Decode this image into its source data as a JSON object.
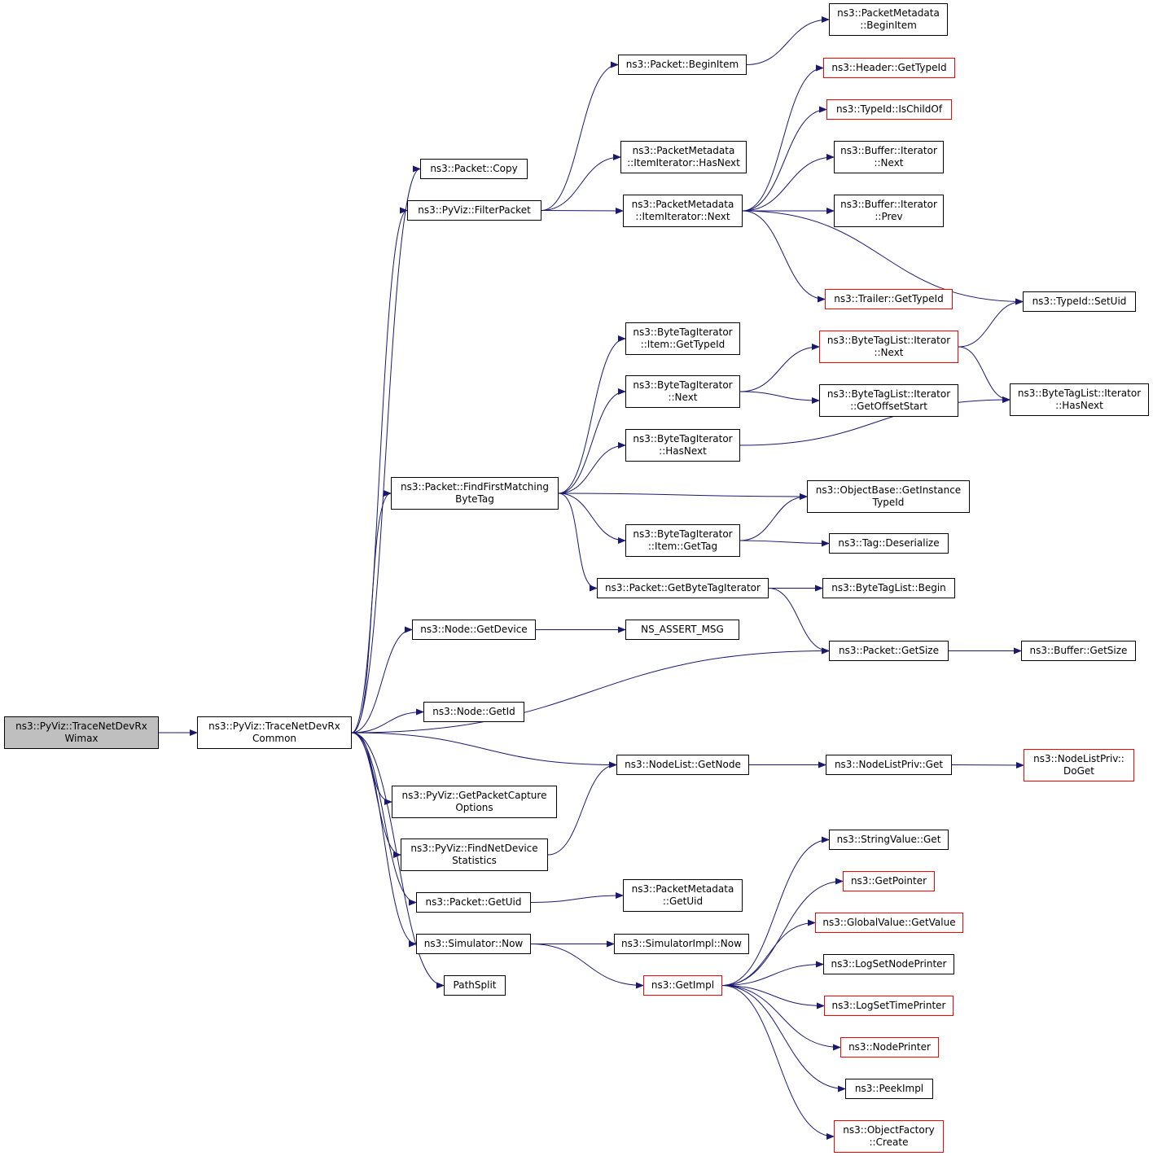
{
  "graph": {
    "edge_color": "#191970",
    "root_fill": "#bfbfbf",
    "truncated_border": "#ff0000",
    "nodes": [
      {
        "id": "root",
        "lines": [
          "ns3::PyViz::TraceNetDevRx",
          "Wimax"
        ],
        "root": true
      },
      {
        "id": "common",
        "lines": [
          "ns3::PyViz::TraceNetDevRx",
          "Common"
        ]
      },
      {
        "id": "copy",
        "lines": [
          "ns3::Packet::Copy"
        ]
      },
      {
        "id": "filter",
        "lines": [
          "ns3::PyViz::FilterPacket"
        ]
      },
      {
        "id": "beginitem",
        "lines": [
          "ns3::Packet::BeginItem"
        ]
      },
      {
        "id": "pm_beginitem",
        "lines": [
          "ns3::PacketMetadata",
          "::BeginItem"
        ]
      },
      {
        "id": "pm_hasnext",
        "lines": [
          "ns3::PacketMetadata",
          "::ItemIterator::HasNext"
        ]
      },
      {
        "id": "pm_next",
        "lines": [
          "ns3::PacketMetadata",
          "::ItemIterator::Next"
        ]
      },
      {
        "id": "hdr_typeid",
        "lines": [
          "ns3::Header::GetTypeId"
        ],
        "red": true
      },
      {
        "id": "ischildof",
        "lines": [
          "ns3::TypeId::IsChildOf"
        ],
        "red": true
      },
      {
        "id": "buf_next",
        "lines": [
          "ns3::Buffer::Iterator",
          "::Next"
        ]
      },
      {
        "id": "buf_prev",
        "lines": [
          "ns3::Buffer::Iterator",
          "::Prev"
        ]
      },
      {
        "id": "trl_typeid",
        "lines": [
          "ns3::Trailer::GetTypeId"
        ],
        "red": true
      },
      {
        "id": "setuid",
        "lines": [
          "ns3::TypeId::SetUid"
        ]
      },
      {
        "id": "bti_gettypeid",
        "lines": [
          "ns3::ByteTagIterator",
          "::Item::GetTypeId"
        ]
      },
      {
        "id": "bti_next",
        "lines": [
          "ns3::ByteTagIterator",
          "::Next"
        ]
      },
      {
        "id": "btl_next",
        "lines": [
          "ns3::ByteTagList::Iterator",
          "::Next"
        ],
        "red": true
      },
      {
        "id": "btl_offset",
        "lines": [
          "ns3::ByteTagList::Iterator",
          "::GetOffsetStart"
        ]
      },
      {
        "id": "btl_hasnext",
        "lines": [
          "ns3::ByteTagList::Iterator",
          "::HasNext"
        ]
      },
      {
        "id": "bti_hasnext",
        "lines": [
          "ns3::ByteTagIterator",
          "::HasNext"
        ]
      },
      {
        "id": "findfirst",
        "lines": [
          "ns3::Packet::FindFirstMatching",
          "ByteTag"
        ]
      },
      {
        "id": "objbase",
        "lines": [
          "ns3::ObjectBase::GetInstance",
          "TypeId"
        ]
      },
      {
        "id": "bti_gettag",
        "lines": [
          "ns3::ByteTagIterator",
          "::Item::GetTag"
        ]
      },
      {
        "id": "tag_deser",
        "lines": [
          "ns3::Tag::Deserialize"
        ]
      },
      {
        "id": "getbti",
        "lines": [
          "ns3::Packet::GetByteTagIterator"
        ]
      },
      {
        "id": "btl_begin",
        "lines": [
          "ns3::ByteTagList::Begin"
        ]
      },
      {
        "id": "node_getdevice",
        "lines": [
          "ns3::Node::GetDevice"
        ]
      },
      {
        "id": "nsassert",
        "lines": [
          "NS_ASSERT_MSG"
        ]
      },
      {
        "id": "pkt_getsize",
        "lines": [
          "ns3::Packet::GetSize"
        ]
      },
      {
        "id": "buf_getsize",
        "lines": [
          "ns3::Buffer::GetSize"
        ]
      },
      {
        "id": "node_getid",
        "lines": [
          "ns3::Node::GetId"
        ]
      },
      {
        "id": "nl_getnode",
        "lines": [
          "ns3::NodeList::GetNode"
        ]
      },
      {
        "id": "nlp_get",
        "lines": [
          "ns3::NodeListPriv::Get"
        ]
      },
      {
        "id": "nlp_doget",
        "lines": [
          "ns3::NodeListPriv::",
          "DoGet"
        ],
        "red": true
      },
      {
        "id": "getpcap",
        "lines": [
          "ns3::PyViz::GetPacketCapture",
          "Options"
        ]
      },
      {
        "id": "findnetdev",
        "lines": [
          "ns3::PyViz::FindNetDevice",
          "Statistics"
        ]
      },
      {
        "id": "pkt_getuid",
        "lines": [
          "ns3::Packet::GetUid"
        ]
      },
      {
        "id": "pm_getuid",
        "lines": [
          "ns3::PacketMetadata",
          "::GetUid"
        ]
      },
      {
        "id": "sim_now",
        "lines": [
          "ns3::Simulator::Now"
        ]
      },
      {
        "id": "simimpl_now",
        "lines": [
          "ns3::SimulatorImpl::Now"
        ]
      },
      {
        "id": "getimpl",
        "lines": [
          "ns3::GetImpl"
        ],
        "red": true
      },
      {
        "id": "pathsplit",
        "lines": [
          "PathSplit"
        ]
      },
      {
        "id": "strval_get",
        "lines": [
          "ns3::StringValue::Get"
        ]
      },
      {
        "id": "getpointer",
        "lines": [
          "ns3::GetPointer"
        ],
        "red": true
      },
      {
        "id": "gv_getvalue",
        "lines": [
          "ns3::GlobalValue::GetValue"
        ],
        "red": true
      },
      {
        "id": "lognodeprinter",
        "lines": [
          "ns3::LogSetNodePrinter"
        ]
      },
      {
        "id": "logtimeprinter",
        "lines": [
          "ns3::LogSetTimePrinter"
        ],
        "red": true
      },
      {
        "id": "nodeprinter",
        "lines": [
          "ns3::NodePrinter"
        ],
        "red": true
      },
      {
        "id": "peekimpl",
        "lines": [
          "ns3::PeekImpl"
        ]
      },
      {
        "id": "objfactory",
        "lines": [
          "ns3::ObjectFactory",
          "::Create"
        ],
        "red": true
      }
    ],
    "edges": [
      [
        "root",
        "common"
      ],
      [
        "common",
        "copy"
      ],
      [
        "common",
        "filter"
      ],
      [
        "common",
        "findfirst"
      ],
      [
        "common",
        "node_getdevice"
      ],
      [
        "common",
        "pkt_getsize"
      ],
      [
        "common",
        "node_getid"
      ],
      [
        "common",
        "nl_getnode"
      ],
      [
        "common",
        "getpcap"
      ],
      [
        "common",
        "findnetdev"
      ],
      [
        "common",
        "pkt_getuid"
      ],
      [
        "common",
        "sim_now"
      ],
      [
        "common",
        "pathsplit"
      ],
      [
        "filter",
        "beginitem"
      ],
      [
        "filter",
        "pm_hasnext"
      ],
      [
        "filter",
        "pm_next"
      ],
      [
        "beginitem",
        "pm_beginitem"
      ],
      [
        "pm_next",
        "hdr_typeid"
      ],
      [
        "pm_next",
        "ischildof"
      ],
      [
        "pm_next",
        "buf_next"
      ],
      [
        "pm_next",
        "buf_prev"
      ],
      [
        "pm_next",
        "trl_typeid"
      ],
      [
        "pm_next",
        "setuid"
      ],
      [
        "findfirst",
        "bti_gettypeid"
      ],
      [
        "findfirst",
        "bti_next"
      ],
      [
        "findfirst",
        "bti_hasnext"
      ],
      [
        "findfirst",
        "objbase"
      ],
      [
        "findfirst",
        "bti_gettag"
      ],
      [
        "findfirst",
        "getbti"
      ],
      [
        "bti_next",
        "btl_next"
      ],
      [
        "bti_next",
        "btl_offset"
      ],
      [
        "btl_next",
        "setuid"
      ],
      [
        "btl_next",
        "btl_hasnext"
      ],
      [
        "bti_hasnext",
        "btl_hasnext"
      ],
      [
        "bti_gettag",
        "objbase"
      ],
      [
        "bti_gettag",
        "tag_deser"
      ],
      [
        "getbti",
        "btl_begin"
      ],
      [
        "getbti",
        "pkt_getsize"
      ],
      [
        "node_getdevice",
        "nsassert"
      ],
      [
        "pkt_getsize",
        "buf_getsize"
      ],
      [
        "nl_getnode",
        "nlp_get"
      ],
      [
        "nlp_get",
        "nlp_doget"
      ],
      [
        "findnetdev",
        "nl_getnode"
      ],
      [
        "pkt_getuid",
        "pm_getuid"
      ],
      [
        "sim_now",
        "simimpl_now"
      ],
      [
        "sim_now",
        "getimpl"
      ],
      [
        "getimpl",
        "strval_get"
      ],
      [
        "getimpl",
        "getpointer"
      ],
      [
        "getimpl",
        "gv_getvalue"
      ],
      [
        "getimpl",
        "lognodeprinter"
      ],
      [
        "getimpl",
        "logtimeprinter"
      ],
      [
        "getimpl",
        "nodeprinter"
      ],
      [
        "getimpl",
        "peekimpl"
      ],
      [
        "getimpl",
        "objfactory"
      ]
    ]
  }
}
